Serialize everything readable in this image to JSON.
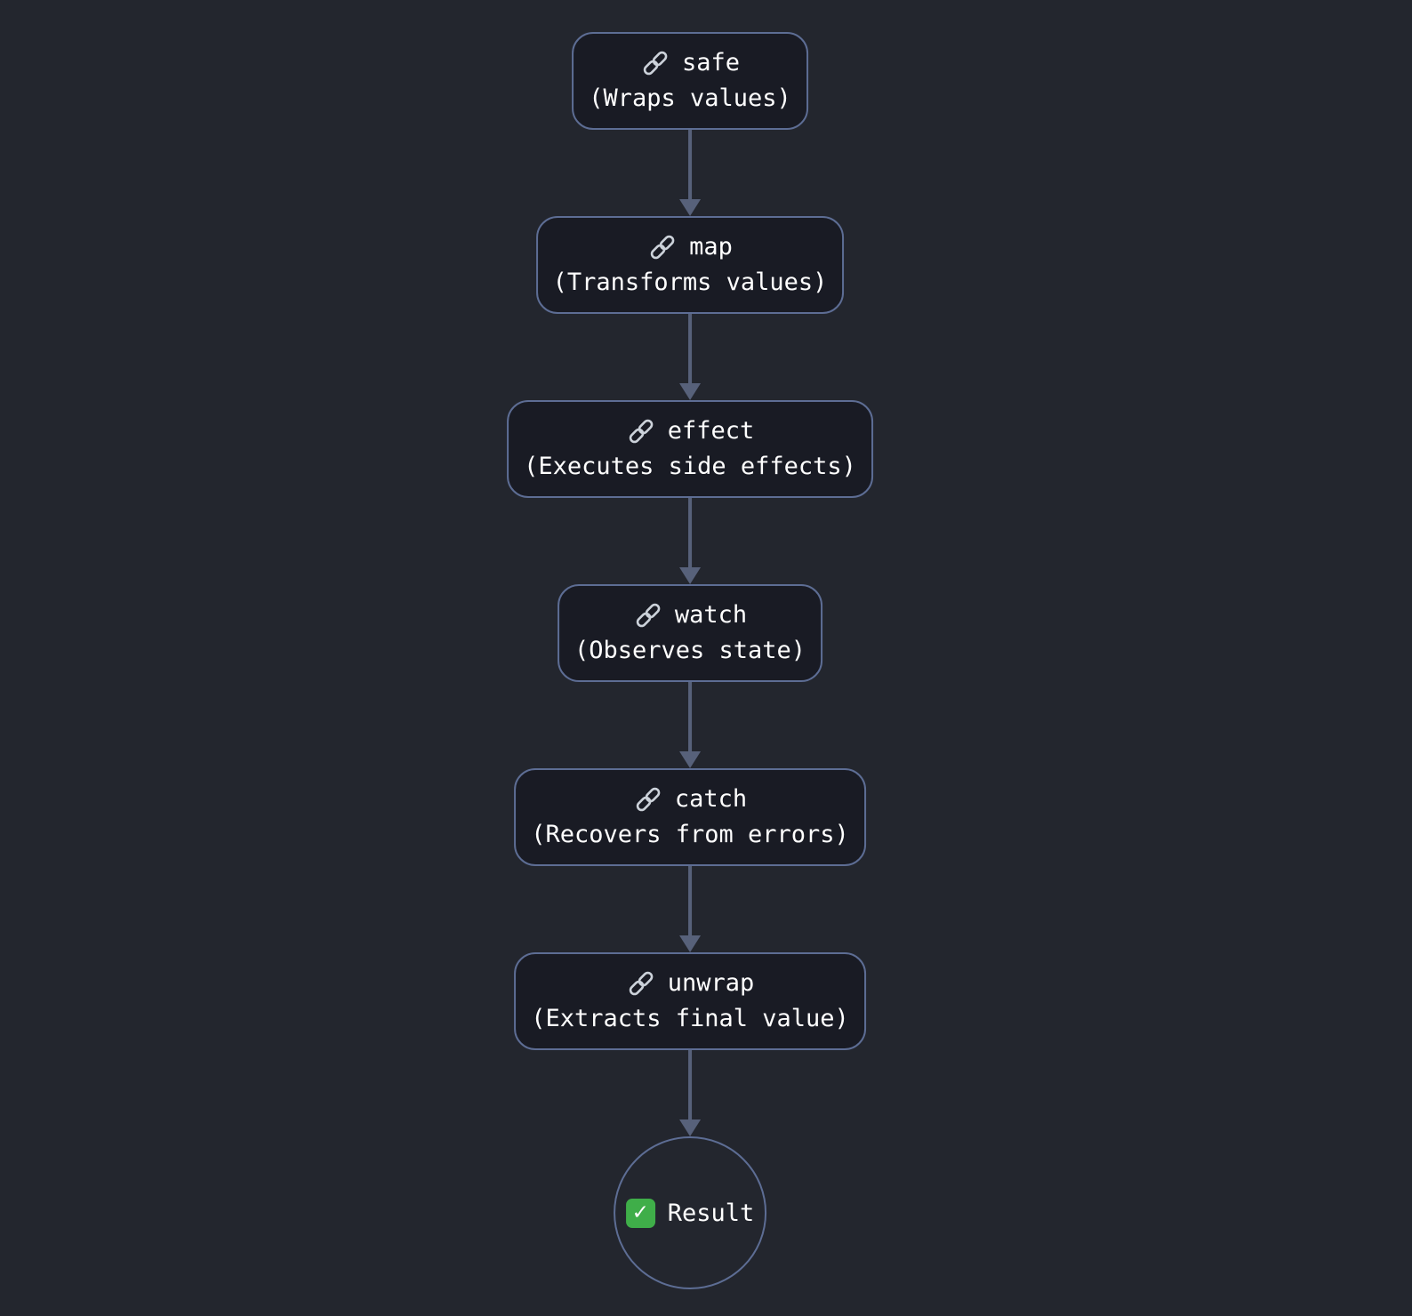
{
  "flowchart": {
    "nodes": [
      {
        "label": "safe",
        "description": "(Wraps values)",
        "icon": "link-icon"
      },
      {
        "label": "map",
        "description": "(Transforms values)",
        "icon": "link-icon"
      },
      {
        "label": "effect",
        "description": "(Executes side effects)",
        "icon": "link-icon"
      },
      {
        "label": "watch",
        "description": "(Observes state)",
        "icon": "link-icon"
      },
      {
        "label": "catch",
        "description": "(Recovers from errors)",
        "icon": "link-icon"
      },
      {
        "label": "unwrap",
        "description": "(Extracts final value)",
        "icon": "link-icon"
      }
    ],
    "result": {
      "label": "Result",
      "icon": "check-mark-icon",
      "check_glyph": "✓"
    },
    "colors": {
      "background": "#23262e",
      "node_fill": "#191b24",
      "node_border": "#5d6d94",
      "arrow": "#57617a",
      "text": "#ffffff",
      "icon_silver": "#ccd2da",
      "check_green": "#3fae49"
    }
  }
}
